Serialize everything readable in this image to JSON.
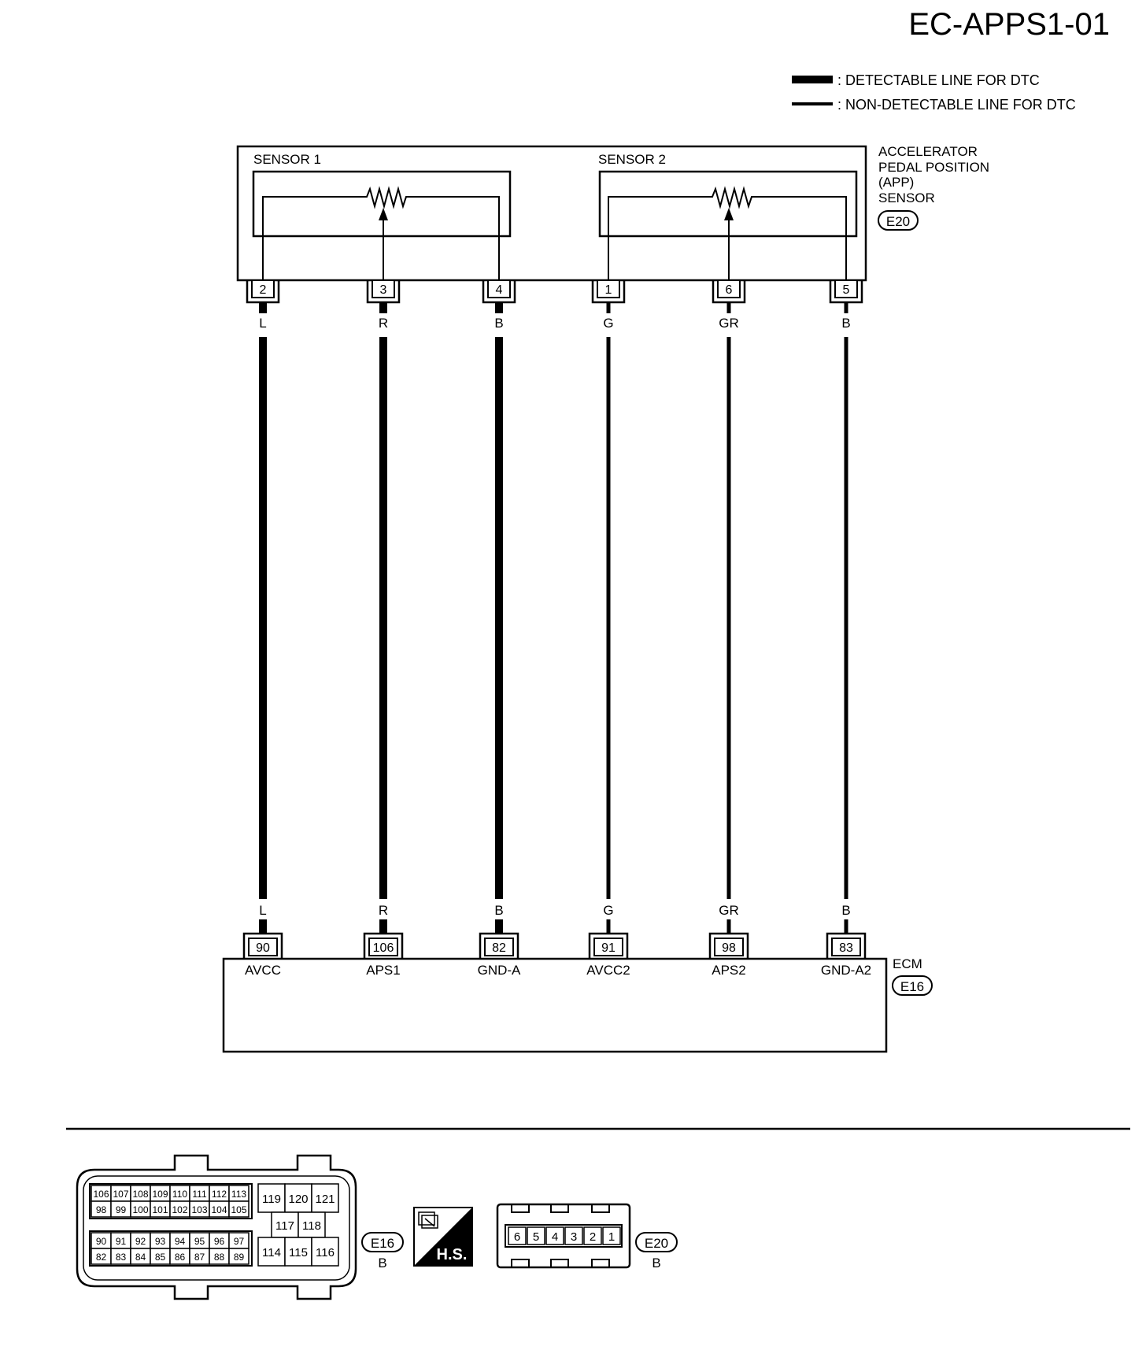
{
  "page_title": "EC-APPS1-01",
  "legend": {
    "detectable": ": DETECTABLE LINE FOR DTC",
    "non_detectable": ": NON-DETECTABLE LINE FOR DTC"
  },
  "sensor": {
    "name_lines": [
      "ACCELERATOR",
      "PEDAL POSITION",
      "(APP)",
      "SENSOR"
    ],
    "connector_id": "E20",
    "sensor1_label": "SENSOR 1",
    "sensor2_label": "SENSOR 2"
  },
  "ecm": {
    "name": "ECM",
    "connector_id": "E16"
  },
  "wires": [
    {
      "sensor_pin": "2",
      "color": "L",
      "ecm_pin": "90",
      "signal": "AVCC",
      "detectable": true
    },
    {
      "sensor_pin": "3",
      "color": "R",
      "ecm_pin": "106",
      "signal": "APS1",
      "detectable": true
    },
    {
      "sensor_pin": "4",
      "color": "B",
      "ecm_pin": "82",
      "signal": "GND-A",
      "detectable": true
    },
    {
      "sensor_pin": "1",
      "color": "G",
      "ecm_pin": "91",
      "signal": "AVCC2",
      "detectable": false
    },
    {
      "sensor_pin": "6",
      "color": "GR",
      "ecm_pin": "98",
      "signal": "APS2",
      "detectable": false
    },
    {
      "sensor_pin": "5",
      "color": "B",
      "ecm_pin": "83",
      "signal": "GND-A2",
      "detectable": false
    }
  ],
  "connector_views": {
    "e16": {
      "id": "E16",
      "housing_color": "B",
      "left_rows_top": [
        [
          "106",
          "107",
          "108",
          "109",
          "110",
          "111",
          "112",
          "113"
        ],
        [
          "98",
          "99",
          "100",
          "101",
          "102",
          "103",
          "104",
          "105"
        ]
      ],
      "left_rows_bottom": [
        [
          "90",
          "91",
          "92",
          "93",
          "94",
          "95",
          "96",
          "97"
        ],
        [
          "82",
          "83",
          "84",
          "85",
          "86",
          "87",
          "88",
          "89"
        ]
      ],
      "right_top": [
        "119",
        "120",
        "121"
      ],
      "right_mid": [
        "117",
        "118"
      ],
      "right_bottom": [
        "114",
        "115",
        "116"
      ]
    },
    "hs_label": "H.S.",
    "e20": {
      "id": "E20",
      "housing_color": "B",
      "pins": [
        "6",
        "5",
        "4",
        "3",
        "2",
        "1"
      ]
    }
  }
}
